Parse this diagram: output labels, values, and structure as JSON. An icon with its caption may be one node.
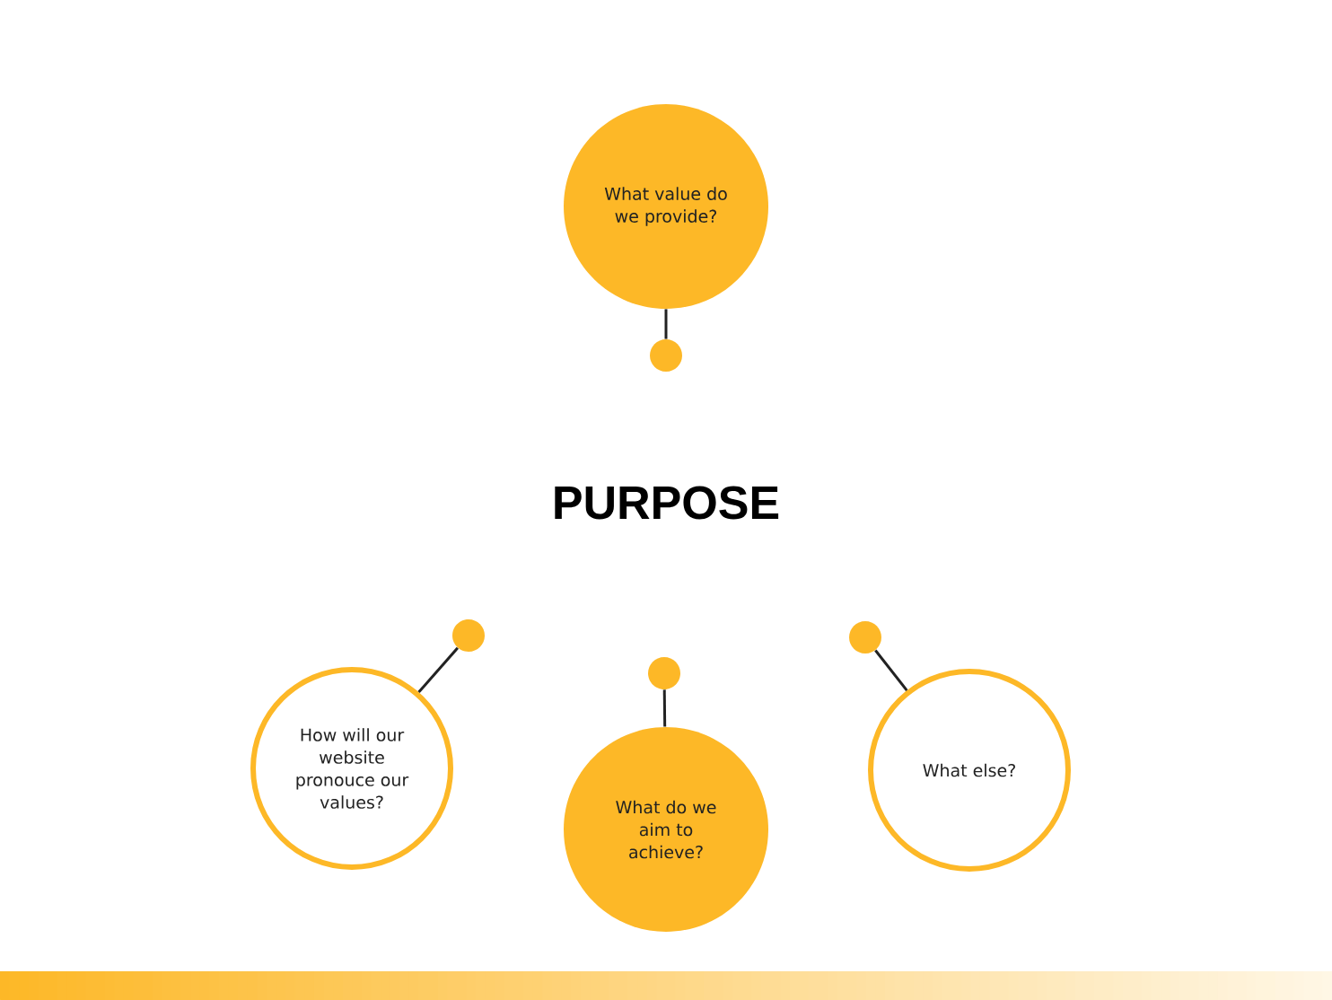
{
  "diagram": {
    "title": "PURPOSE",
    "nodes": [
      {
        "text": [
          "What value do we provide?"
        ]
      },
      {
        "text": [],
        "shape": "circle"
      },
      {
        "text": [],
        "shape": "circle"
      },
      {
        "text": [],
        "shape": "circle"
      },
      {
        "text": [],
        "shape": "circle"
      },
      {
        "text": [
          "How will our website pronouce our values?"
        ]
      },
      {
        "text": [
          "What do we aim to achieve?"
        ]
      },
      {
        "text": [
          "What else?"
        ]
      }
    ],
    "edges": [
      {
        "from": 0,
        "to": 1,
        "arrow": "none"
      },
      {
        "from": 2,
        "to": 5,
        "arrow": "none"
      },
      {
        "from": 3,
        "to": 6,
        "arrow": "none"
      },
      {
        "from": 4,
        "to": 7,
        "arrow": "none"
      }
    ]
  }
}
